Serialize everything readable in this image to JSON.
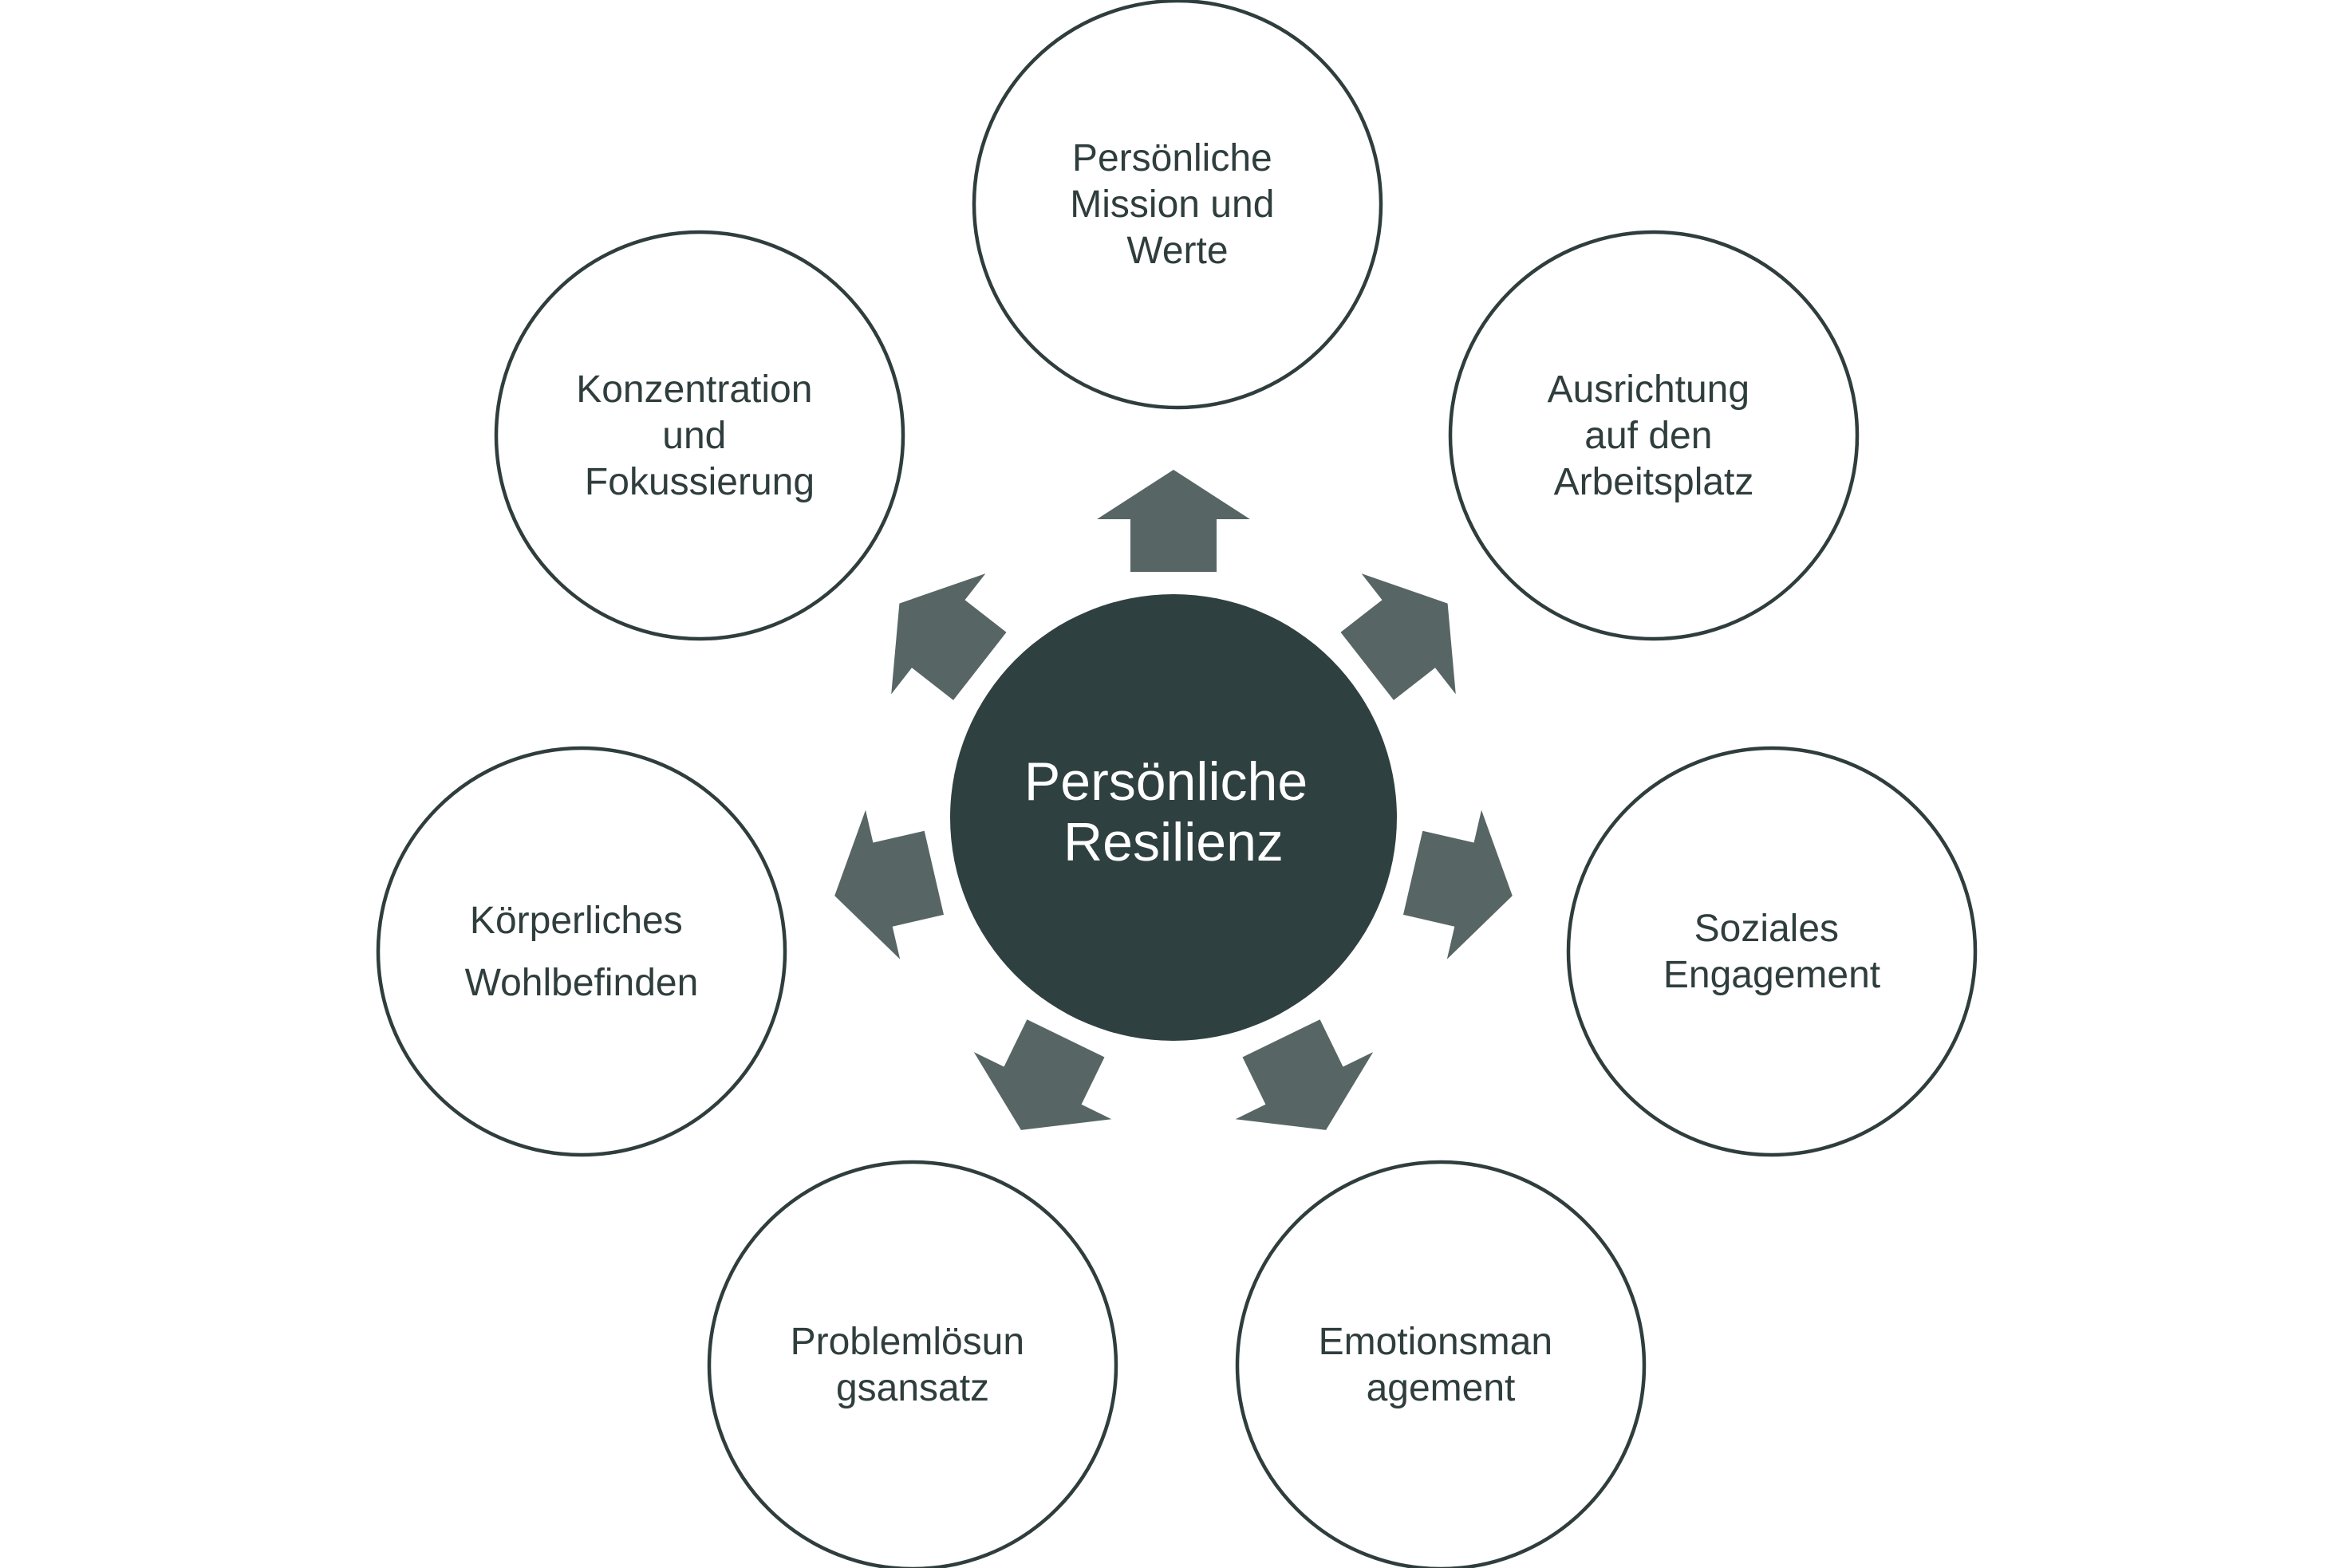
{
  "diagram": {
    "center": {
      "label_lines": [
        "Persönliche",
        "Resilienz"
      ]
    },
    "nodes": [
      {
        "id": "mission",
        "label_lines": [
          "Persönliche",
          "Mission und",
          "Werte"
        ]
      },
      {
        "id": "workplace",
        "label_lines": [
          "Ausrichtung",
          "auf den",
          "Arbeitsplatz"
        ]
      },
      {
        "id": "social",
        "label_lines": [
          "Soziales",
          "Engagement"
        ]
      },
      {
        "id": "emotion",
        "label_lines": [
          "Emotionsman",
          "agement"
        ]
      },
      {
        "id": "problem",
        "label_lines": [
          "Problemlösun",
          "gsansatz"
        ]
      },
      {
        "id": "body",
        "label_lines": [
          "Körperliches",
          "Wohlbefinden"
        ]
      },
      {
        "id": "focus",
        "label_lines": [
          "Konzentration",
          "und",
          "Fokussierung"
        ]
      }
    ],
    "colors": {
      "center_fill": "#2f4040",
      "arrow_fill": "#576565",
      "circle_stroke": "#2f3d3d",
      "text": "#2f3d3d",
      "center_text": "#ffffff"
    }
  }
}
